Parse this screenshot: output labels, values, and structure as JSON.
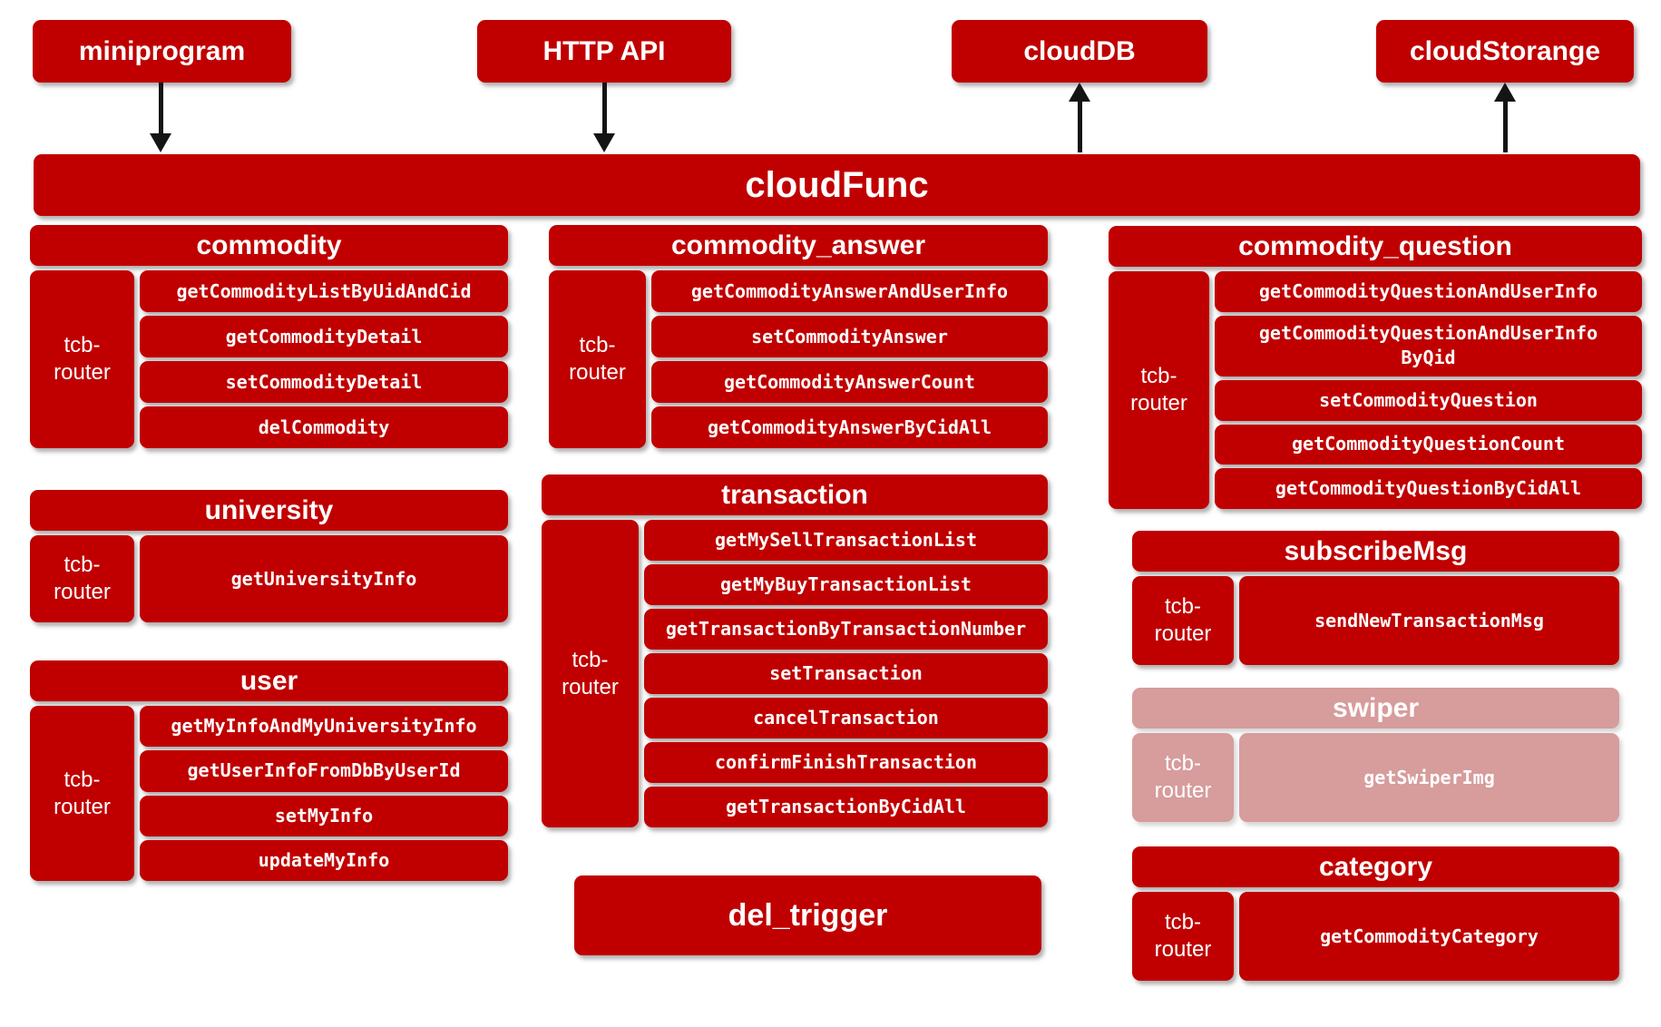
{
  "top_nodes": [
    {
      "label": "miniprogram"
    },
    {
      "label": "HTTP API"
    },
    {
      "label": "cloudDB"
    },
    {
      "label": "cloudStorange"
    }
  ],
  "main_bar": {
    "label": "cloudFunc"
  },
  "sections": {
    "commodity": {
      "title": "commodity",
      "router": "tcb-router",
      "functions": [
        "getCommodityListByUidAndCid",
        "getCommodityDetail",
        "setCommodityDetail",
        "delCommodity"
      ]
    },
    "commodity_answer": {
      "title": "commodity_answer",
      "router": "tcb-router",
      "functions": [
        "getCommodityAnswerAndUserInfo",
        "setCommodityAnswer",
        "getCommodityAnswerCount",
        "getCommodityAnswerByCidAll"
      ]
    },
    "commodity_question": {
      "title": "commodity_question",
      "router": "tcb-router",
      "functions": [
        "getCommodityQuestionAndUserInfo",
        "getCommodityQuestionAndUserInfo\nByQid",
        "setCommodityQuestion",
        "getCommodityQuestionCount",
        "getCommodityQuestionByCidAll"
      ]
    },
    "university": {
      "title": "university",
      "router": "tcb-router",
      "functions": [
        "getUniversityInfo"
      ]
    },
    "transaction": {
      "title": "transaction",
      "router": "tcb-router",
      "functions": [
        "getMySellTransactionList",
        "getMyBuyTransactionList",
        "getTransactionByTransactionNumber",
        "setTransaction",
        "cancelTransaction",
        "confirmFinishTransaction",
        "getTransactionByCidAll"
      ]
    },
    "user": {
      "title": "user",
      "router": "tcb-router",
      "functions": [
        "getMyInfoAndMyUniversityInfo",
        "getUserInfoFromDbByUserId",
        "setMyInfo",
        "updateMyInfo"
      ]
    },
    "subscribeMsg": {
      "title": "subscribeMsg",
      "router": "tcb-router",
      "functions": [
        "sendNewTransactionMsg"
      ]
    },
    "swiper": {
      "title": "swiper",
      "router": "tcb-router",
      "functions": [
        "getSwiperImg"
      ]
    },
    "category": {
      "title": "category",
      "router": "tcb-router",
      "functions": [
        "getCommodityCategory"
      ]
    },
    "del_trigger": {
      "title": "del_trigger"
    }
  },
  "colors": {
    "primary_red": "#c00000",
    "faded_red": "#d79c9c",
    "arrow_black": "#141414"
  }
}
